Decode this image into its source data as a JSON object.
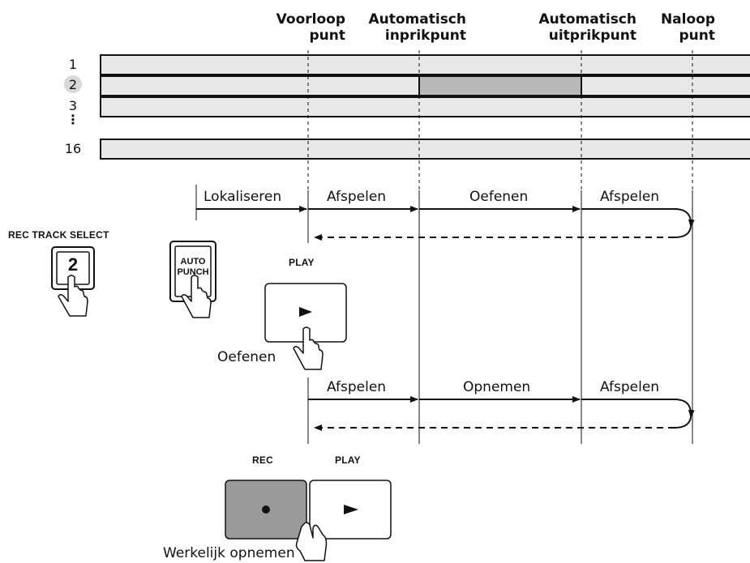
{
  "header": {
    "preroll": "Voorloop\npunt",
    "punch_in": "Automatisch\ninprikpunt",
    "punch_out": "Automatisch\nuitprikpunt",
    "postroll": "Naloop\npunt"
  },
  "tracks": {
    "labels": [
      "1",
      "2",
      "3",
      "16"
    ],
    "selected": "2",
    "ellipsis": "⋮"
  },
  "rehearsal_row": {
    "locate": "Lokaliseren",
    "play1": "Afspelen",
    "rehearse": "Oefenen",
    "play2": "Afspelen"
  },
  "record_row": {
    "play1": "Afspelen",
    "record": "Opnemen",
    "play2": "Afspelen"
  },
  "controls": {
    "rec_track_select": "REC TRACK SELECT",
    "rec_track_number": "2",
    "auto_punch_line1": "AUTO",
    "auto_punch_line2": "PUNCH",
    "play_caption_1": "PLAY",
    "rehearse_caption": "Oefenen",
    "rec_caption": "REC",
    "play_caption_2": "PLAY",
    "actual_record_caption": "Werkelijk opnemen"
  },
  "colors": {
    "track_fill": "#e8e8e8",
    "punch_fill": "#b8b8b8",
    "rec_button_fill": "#9a9a9a",
    "line": "#111111"
  }
}
